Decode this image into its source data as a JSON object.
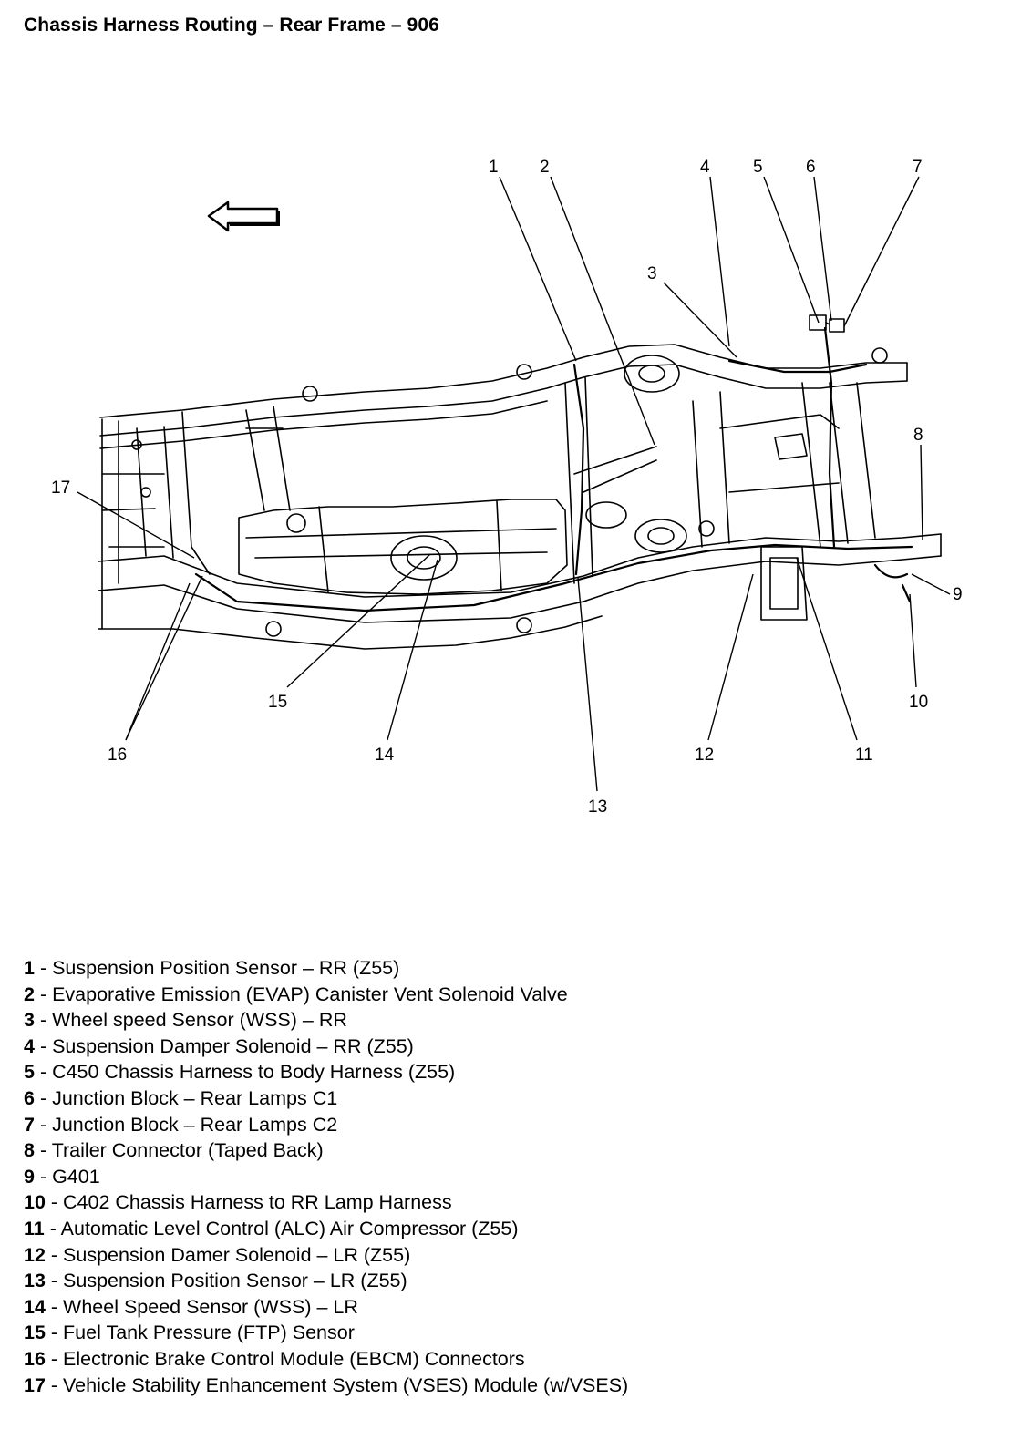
{
  "title": "Chassis Harness Routing – Rear Frame – 906",
  "callouts": [
    {
      "id": "1",
      "label": "1"
    },
    {
      "id": "2",
      "label": "2"
    },
    {
      "id": "3",
      "label": "3"
    },
    {
      "id": "4",
      "label": "4"
    },
    {
      "id": "5",
      "label": "5"
    },
    {
      "id": "6",
      "label": "6"
    },
    {
      "id": "7",
      "label": "7"
    },
    {
      "id": "8",
      "label": "8"
    },
    {
      "id": "9",
      "label": "9"
    },
    {
      "id": "10",
      "label": "10"
    },
    {
      "id": "11",
      "label": "11"
    },
    {
      "id": "12",
      "label": "12"
    },
    {
      "id": "13",
      "label": "13"
    },
    {
      "id": "14",
      "label": "14"
    },
    {
      "id": "15",
      "label": "15"
    },
    {
      "id": "16",
      "label": "16"
    },
    {
      "id": "17",
      "label": "17"
    }
  ],
  "legend": [
    {
      "num": "1",
      "sep": " - ",
      "text": "Suspension Position Sensor – RR (Z55)"
    },
    {
      "num": "2",
      "sep": " - ",
      "text": "Evaporative Emission (EVAP) Canister Vent Solenoid Valve"
    },
    {
      "num": "3",
      "sep": " - ",
      "text": "Wheel speed Sensor (WSS) – RR"
    },
    {
      "num": "4",
      "sep": " - ",
      "text": "Suspension Damper Solenoid – RR (Z55)"
    },
    {
      "num": "5",
      "sep": " - ",
      "text": "C450 Chassis Harness to Body Harness (Z55)"
    },
    {
      "num": "6",
      "sep": " - ",
      "text": "Junction Block – Rear Lamps C1"
    },
    {
      "num": "7",
      "sep": " - ",
      "text": "Junction Block – Rear Lamps C2"
    },
    {
      "num": "8",
      "sep": " - ",
      "text": "Trailer Connector (Taped Back)"
    },
    {
      "num": "9",
      "sep": " - ",
      "text": "G401"
    },
    {
      "num": "10",
      "sep": " - ",
      "text": "C402 Chassis Harness to RR Lamp Harness"
    },
    {
      "num": "11",
      "sep": " - ",
      "text": "Automatic Level Control (ALC) Air Compressor (Z55)"
    },
    {
      "num": "12",
      "sep": " - ",
      "text": "Suspension Damer Solenoid – LR (Z55)"
    },
    {
      "num": "13",
      "sep": " - ",
      "text": "Suspension Position Sensor – LR (Z55)"
    },
    {
      "num": "14",
      "sep": " - ",
      "text": "Wheel Speed Sensor (WSS) – LR"
    },
    {
      "num": "15",
      "sep": " - ",
      "text": "Fuel Tank Pressure (FTP) Sensor"
    },
    {
      "num": "16",
      "sep": " - ",
      "text": "Electronic Brake Control Module (EBCM) Connectors"
    },
    {
      "num": "17",
      "sep": " - ",
      "text": "Vehicle Stability Enhancement System (VSES) Module (w/VSES)"
    }
  ],
  "colors": {
    "line": "#000000",
    "background": "#ffffff"
  }
}
